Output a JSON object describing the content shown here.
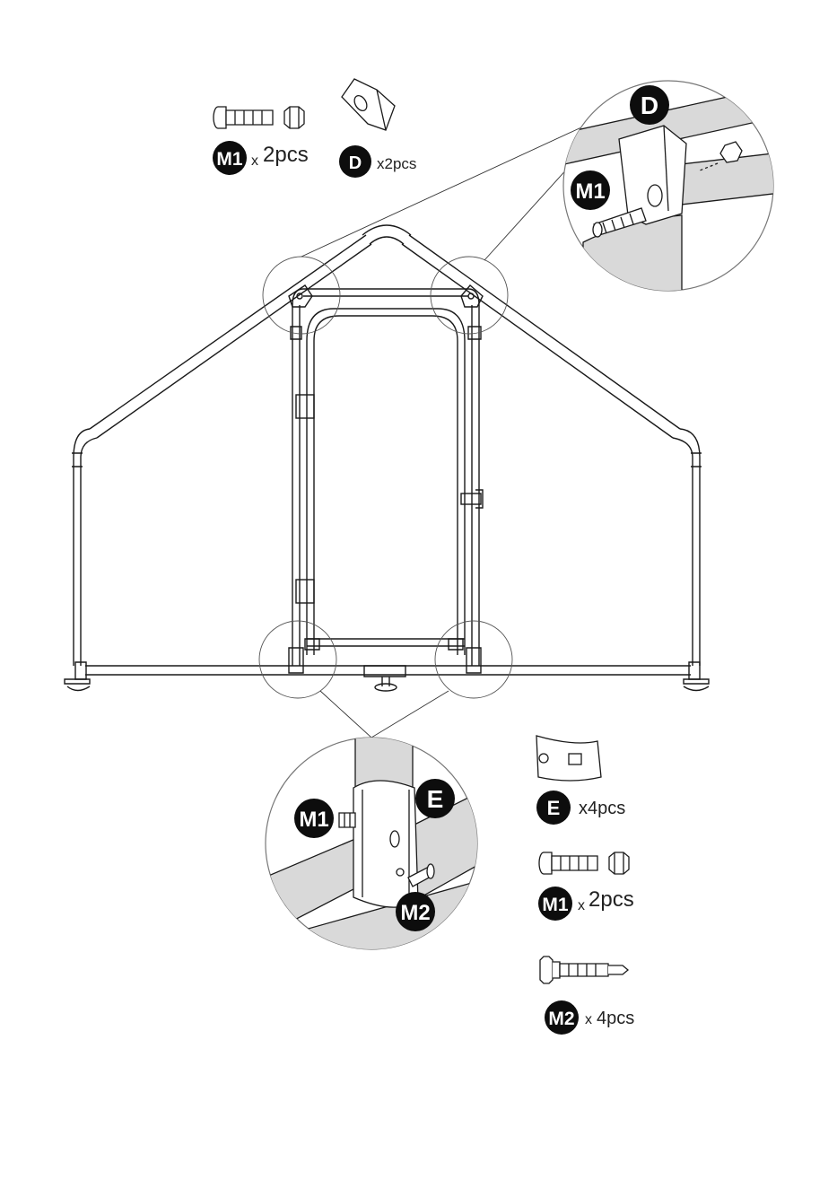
{
  "top_parts": {
    "m1": {
      "code": "M1",
      "qty_prefix": "x",
      "qty": "2pcs"
    },
    "d": {
      "code": "D",
      "qty": "x2pcs"
    }
  },
  "detail_top": {
    "badge_d": "D",
    "badge_m1": "M1"
  },
  "detail_bottom": {
    "badge_m1": "M1",
    "badge_e": "E",
    "badge_m2": "M2"
  },
  "right_parts": {
    "e": {
      "code": "E",
      "qty": "x4pcs"
    },
    "m1": {
      "code": "M1",
      "qty_prefix": "x",
      "qty": "2pcs"
    },
    "m2": {
      "code": "M2",
      "qty_prefix": "x",
      "qty": "4pcs"
    }
  },
  "colors": {
    "line": "#1a1a1a",
    "badge": "#0d0d0d",
    "shade": "#d9d9d9"
  }
}
